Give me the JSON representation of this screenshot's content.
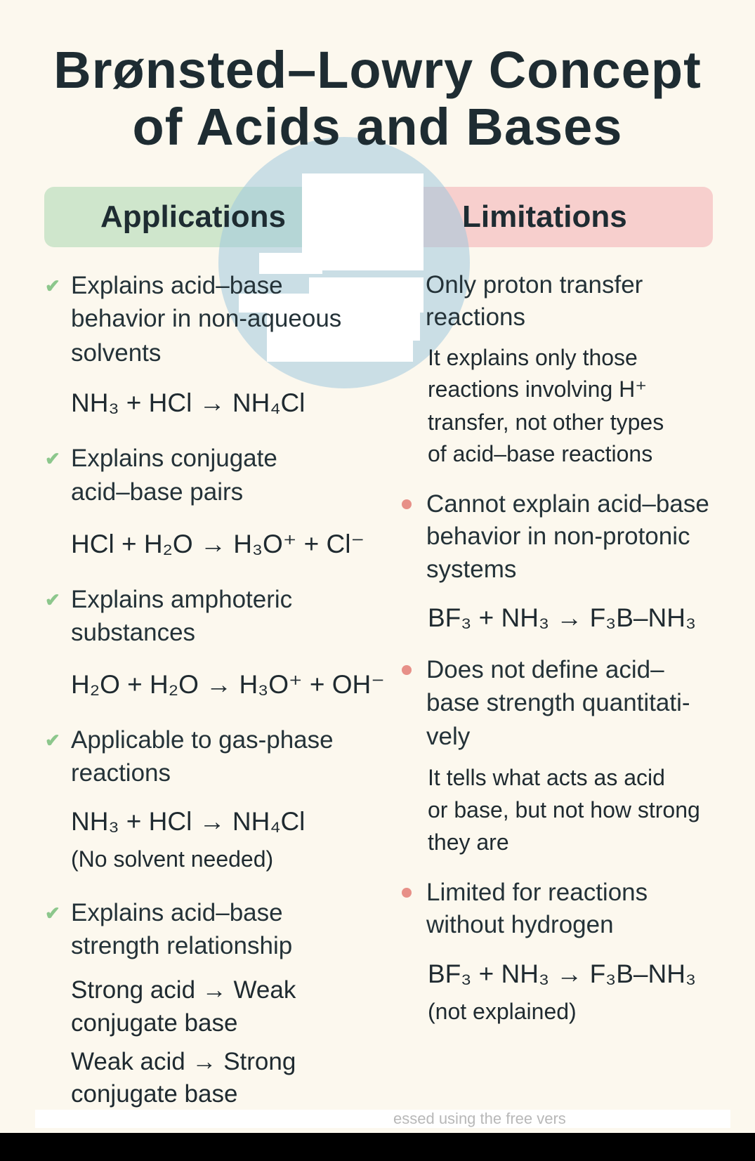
{
  "title": [
    "Brønsted–Lowry Concept",
    "of Acids and Bases"
  ],
  "headers": {
    "applications": "Applications",
    "limitations": "Limitations"
  },
  "applications": {
    "a1": [
      "Explains acid–base",
      "behavior in non-aqueous",
      "solvents"
    ],
    "a1_eq": "NH₃ + HCl →  NH₄Cl",
    "a2": [
      "Explains conjugate",
      "acid–base pairs"
    ],
    "a2_eq": "HCl + H₂O → H₃O⁺ + Cl⁻",
    "a3": [
      "Explains amphoteric",
      "substances"
    ],
    "a3_eq": "H₂O + H₂O → H₃O⁺ + OH⁻",
    "a4": [
      "Applicable to gas-phase",
      "reactions"
    ],
    "a4_eq": "NH₃ + HCl → NH₄Cl",
    "a4_note": "(No solvent needed)",
    "a5": [
      "Explains acid–base",
      "strength relationship"
    ],
    "a5_detail": [
      "Strong acid → Weak",
      "conjugate base",
      "Weak acid → Strong",
      "conjugate base"
    ]
  },
  "limitations": {
    "l1": [
      "Only proton transfer",
      "reactions"
    ],
    "l1_detail": [
      "It explains only those",
      "reactions involving H⁺",
      "transfer, not other types",
      "of acid–base reactions"
    ],
    "l2": [
      "Cannot explain acid–base",
      "behavior in non-protonic",
      "systems"
    ],
    "l2_eq": "BF₃ + NH₃ → F₃B–NH₃",
    "l3": [
      "Does not define acid–",
      "base strength quantitati-",
      "vely"
    ],
    "l3_detail": [
      "It tells what acts as acid",
      "or base, but not how strong",
      "they are"
    ],
    "l4": [
      "Limited for reactions",
      "without hydrogen"
    ],
    "l4_eq": "BF₃ + NH₃ → F₃B–NH₃",
    "l4_note": "(not explained)"
  },
  "watermark_text": "essed using the free vers",
  "colors": {
    "applications": "#cfe6cc",
    "limitations": "#f7cfcd",
    "check": "#8cc78c",
    "bullet": "#e79088"
  }
}
